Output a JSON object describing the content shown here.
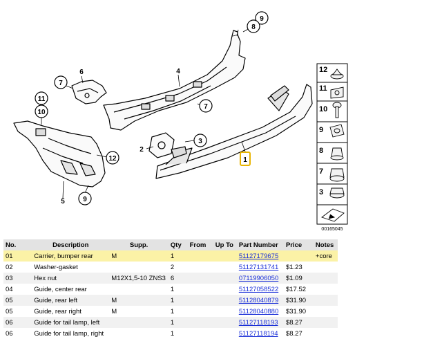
{
  "diagram": {
    "callouts": {
      "c9_top": "9",
      "c8_top": "8",
      "c4": "4",
      "c6": "6",
      "c7_left": "7",
      "c7_right": "7",
      "c11": "11",
      "c10": "10",
      "c12": "12",
      "c2": "2",
      "c3": "3",
      "c1": "1",
      "c5": "5",
      "c9_bottom": "9"
    },
    "side_panel": [
      "12",
      "11",
      "10",
      "9",
      "8",
      "7",
      "3"
    ],
    "diagram_id": "00165045"
  },
  "table": {
    "headers": {
      "no": "No.",
      "description": "Description",
      "supp": "Supp.",
      "qty": "Qty",
      "from": "From",
      "upto": "Up To",
      "part_number": "Part Number",
      "price": "Price",
      "notes": "Notes"
    },
    "rows": [
      {
        "no": "01",
        "description": "Carrier, bumper rear",
        "supp": "M",
        "qty": "1",
        "from": "",
        "upto": "",
        "part_number": "51127179675",
        "price": "",
        "notes": "+core"
      },
      {
        "no": "02",
        "description": "Washer-gasket",
        "supp": "",
        "qty": "2",
        "from": "",
        "upto": "",
        "part_number": "51127131741",
        "price": "$1.23",
        "notes": ""
      },
      {
        "no": "03",
        "description": "Hex nut",
        "supp": "M12X1,5-10 ZNS3",
        "qty": "6",
        "from": "",
        "upto": "",
        "part_number": "07119906050",
        "price": "$1.09",
        "notes": ""
      },
      {
        "no": "04",
        "description": "Guide, center rear",
        "supp": "",
        "qty": "1",
        "from": "",
        "upto": "",
        "part_number": "51127058522",
        "price": "$17.52",
        "notes": ""
      },
      {
        "no": "05",
        "description": "Guide, rear left",
        "supp": "M",
        "qty": "1",
        "from": "",
        "upto": "",
        "part_number": "51128040879",
        "price": "$31.90",
        "notes": ""
      },
      {
        "no": "05",
        "description": "Guide, rear right",
        "supp": "M",
        "qty": "1",
        "from": "",
        "upto": "",
        "part_number": "51128040880",
        "price": "$31.90",
        "notes": ""
      },
      {
        "no": "06",
        "description": "Guide for tail lamp, left",
        "supp": "",
        "qty": "1",
        "from": "",
        "upto": "",
        "part_number": "51127118193",
        "price": "$8.27",
        "notes": ""
      },
      {
        "no": "06",
        "description": "Guide for tail lamp, right",
        "supp": "",
        "qty": "1",
        "from": "",
        "upto": "",
        "part_number": "51127118194",
        "price": "$8.27",
        "notes": ""
      }
    ]
  },
  "colors": {
    "highlight_row": "#fbf2a6",
    "link": "#1a2fd8",
    "header_bg": "#e3e3e3",
    "selected_callout": "#e8b400"
  }
}
